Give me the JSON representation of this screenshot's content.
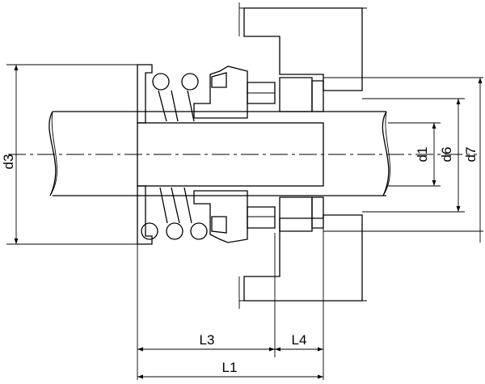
{
  "labels": {
    "d3": "d3",
    "d1": "d1",
    "d6": "d6",
    "d7": "d7",
    "L3": "L3",
    "L4": "L4",
    "L1": "L1"
  }
}
